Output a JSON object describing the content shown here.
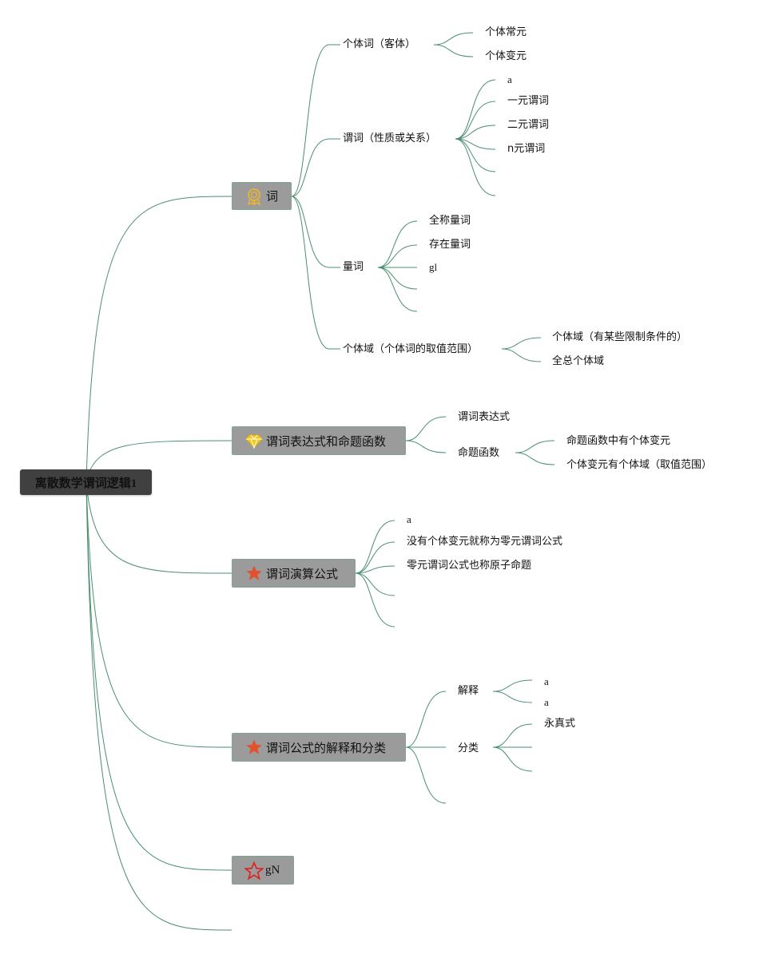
{
  "root": {
    "label": "离散数学谓词逻辑1"
  },
  "branches": [
    {
      "label": "词",
      "icon": "award-ribbon-icon",
      "children": [
        {
          "label": "个体词（客体）",
          "children": [
            "个体常元",
            "个体变元"
          ]
        },
        {
          "label": "谓词（性质或关系）",
          "children": [
            "a",
            "一元谓词",
            "二元谓词",
            "n元谓词",
            "",
            ""
          ]
        },
        {
          "label": "量词",
          "children": [
            "全称量词",
            "存在量词",
            "gl",
            "",
            ""
          ]
        },
        {
          "label": "个体域（个体词的取值范围）",
          "children": [
            "个体域（有某些限制条件的）",
            "全总个体域"
          ]
        }
      ]
    },
    {
      "label": "谓词表达式和命题函数",
      "icon": "diamond-icon",
      "children": [
        {
          "label": "谓词表达式",
          "children": []
        },
        {
          "label": "命题函数",
          "children": [
            "命题函数中有个体变元",
            "个体变元有个体域（取值范围）"
          ]
        }
      ]
    },
    {
      "label": "谓词演算公式",
      "icon": "star-filled-icon",
      "children": [
        {
          "label": "a",
          "children": []
        },
        {
          "label": "没有个体变元就称为零元谓词公式",
          "children": []
        },
        {
          "label": "零元谓词公式也称原子命题",
          "children": []
        },
        {
          "label": "",
          "children": []
        },
        {
          "label": "",
          "children": []
        }
      ]
    },
    {
      "label": "谓词公式的解释和分类",
      "icon": "star-filled-icon",
      "children": [
        {
          "label": "解释",
          "children": [
            "a",
            "a"
          ]
        },
        {
          "label": "分类",
          "children": [
            "永真式",
            "",
            ""
          ]
        },
        {
          "label": "",
          "children": []
        }
      ]
    },
    {
      "label": "gN",
      "icon": "star-outline-icon",
      "children": []
    },
    {
      "label": "",
      "icon": "",
      "children": []
    }
  ],
  "colors": {
    "line": "#4a8f6f",
    "root_bg": "#404040",
    "topic_bg": "#9b9b9b",
    "award": "#e3b23c",
    "diamond": "#f2c81f",
    "star": "#e2502c"
  }
}
